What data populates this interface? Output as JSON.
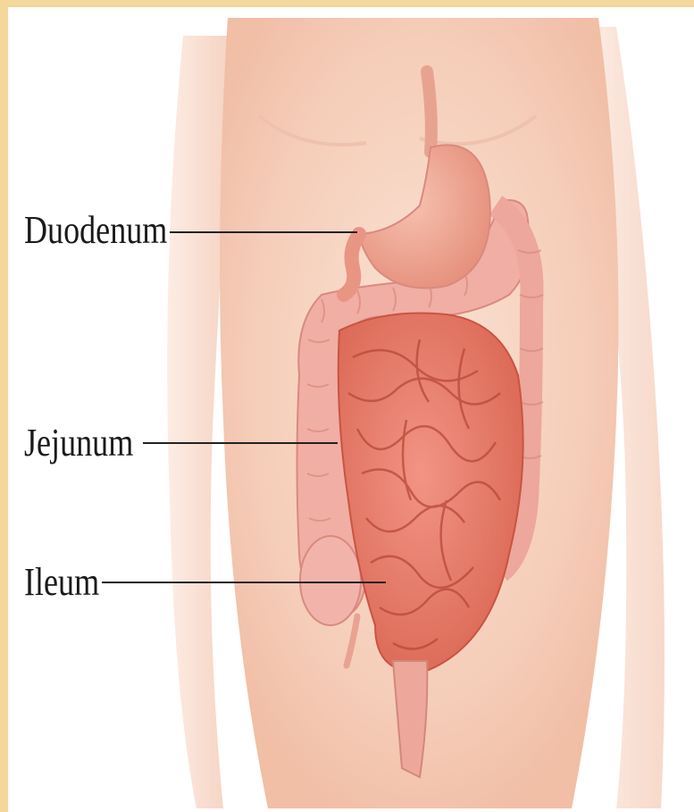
{
  "diagram": {
    "labels": {
      "duodenum": "Duodenum",
      "jejunum": "Jejunum",
      "ileum": "Ileum"
    },
    "colors": {
      "frame": "#f3d79b",
      "skin": "#f7d7c4",
      "skin_shadow": "#e9b8a2",
      "colon": "#f0a9a0",
      "small_intestine": "#e87b6b",
      "stomach": "#f2a493",
      "leader_line": "#222222"
    }
  }
}
